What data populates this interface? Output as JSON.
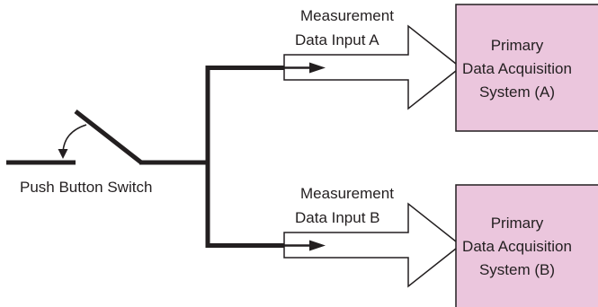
{
  "switch": {
    "label": "Push Button Switch"
  },
  "inputs": [
    {
      "line1": "Measurement",
      "line2": "Data Input A"
    },
    {
      "line1": "Measurement",
      "line2": "Data Input B"
    }
  ],
  "systems": [
    {
      "line1": "Primary",
      "line2": "Data Acquisition",
      "line3": "System (A)"
    },
    {
      "line1": "Primary",
      "line2": "Data Acquisition",
      "line3": "System (B)"
    }
  ],
  "colors": {
    "box_fill": "#ebc6dd",
    "stroke": "#231f20"
  }
}
